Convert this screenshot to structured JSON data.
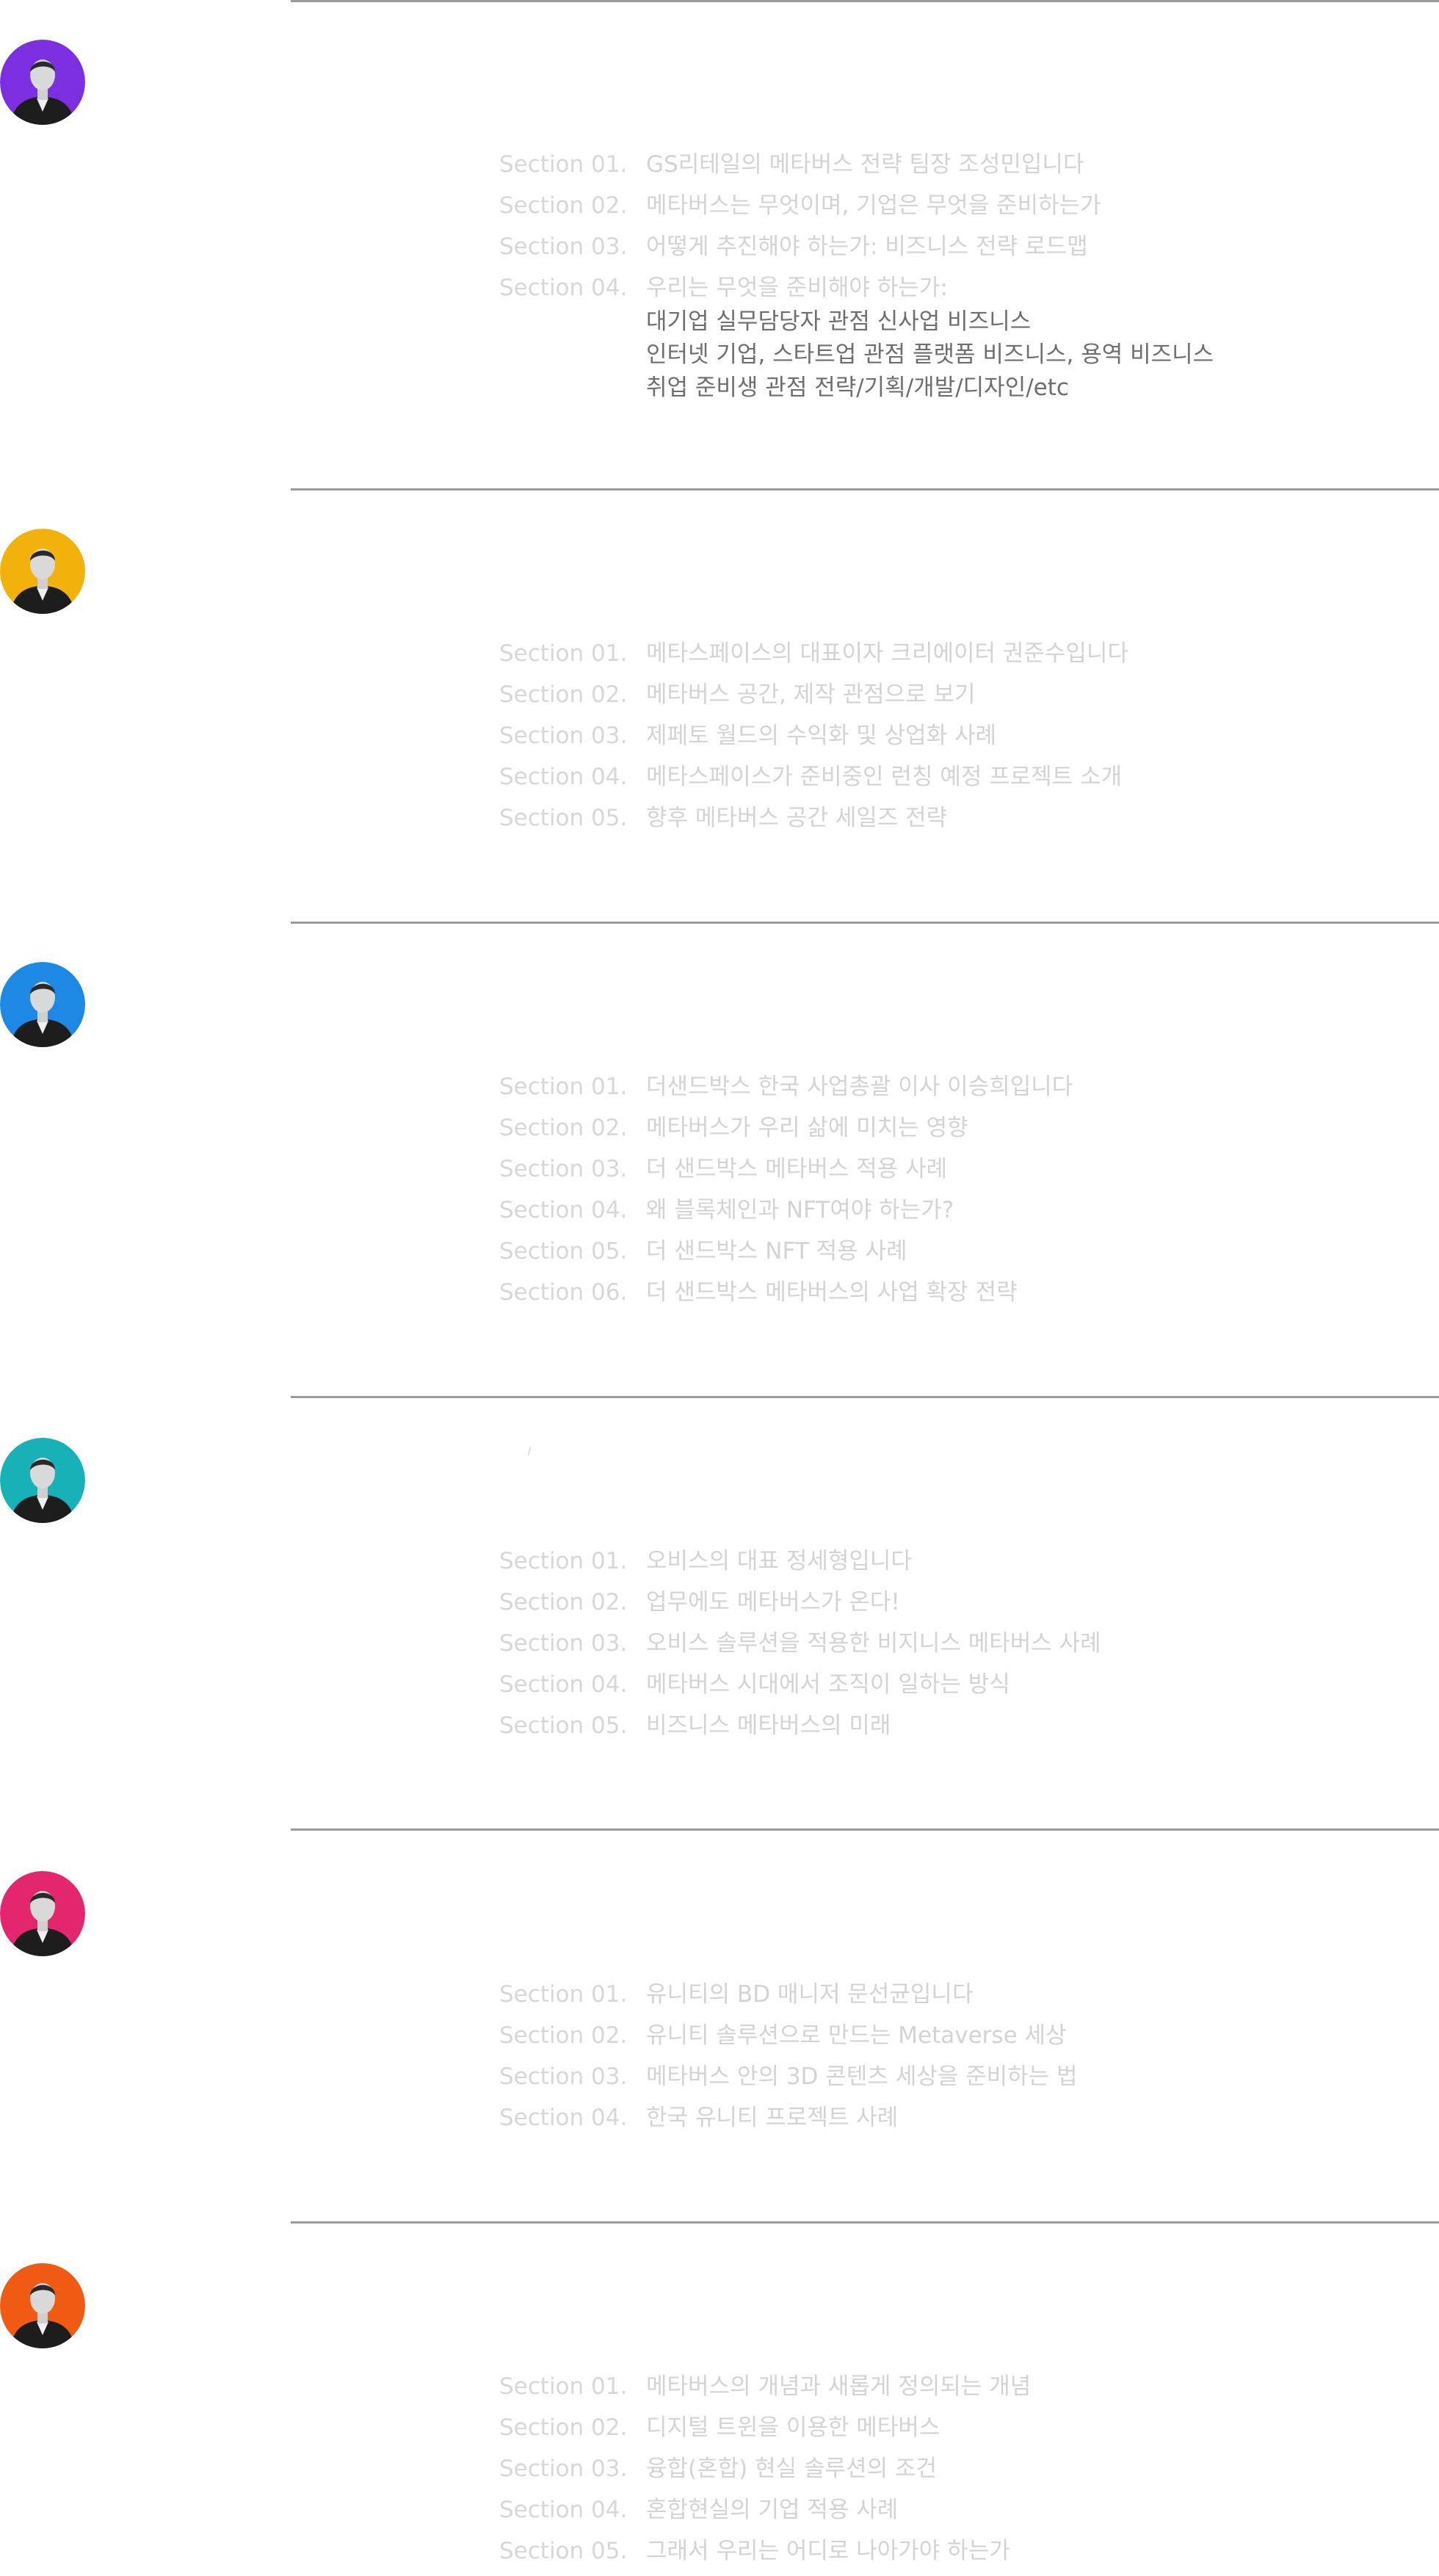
{
  "section_prefix_list": "Section",
  "speakers": [
    {
      "avatar_color": "#7b2fe0",
      "items": [
        {
          "label": "Section 01.",
          "text": "GS리테일의 메타버스 전략 팀장 조성민입니다"
        },
        {
          "label": "Section 02.",
          "text": "메타버스는 무엇이며, 기업은 무엇을 준비하는가"
        },
        {
          "label": "Section 03.",
          "text": "어떻게 추진해야 하는가: 비즈니스 전략 로드맵"
        },
        {
          "label": "Section 04.",
          "text": "우리는 무엇을 준비해야 하는가:"
        }
      ],
      "sub_items": [
        "대기업 실무담당자 관점 신사업 비즈니스",
        "인터넷 기업, 스타트업 관점 플랫폼 비즈니스, 용역 비즈니스",
        "취업 준비생 관점 전략/기획/개발/디자인/etc"
      ]
    },
    {
      "avatar_color": "#f3b20b",
      "items": [
        {
          "label": "Section 01.",
          "text": "메타스페이스의 대표이자 크리에이터 권준수입니다"
        },
        {
          "label": "Section 02.",
          "text": "메타버스 공간, 제작 관점으로 보기"
        },
        {
          "label": "Section 03.",
          "text": "제페토 월드의 수익화 및 상업화 사례"
        },
        {
          "label": "Section 04.",
          "text": "메타스페이스가 준비중인 런칭 예정 프로젝트 소개"
        },
        {
          "label": "Section 05.",
          "text": "향후 메타버스 공간 세일즈 전략"
        }
      ]
    },
    {
      "avatar_color": "#1e88e5",
      "items": [
        {
          "label": "Section 01.",
          "text": "더샌드박스 한국 사업총괄 이사 이승희입니다"
        },
        {
          "label": "Section 02.",
          "text": "메타버스가 우리 삶에 미치는 영향"
        },
        {
          "label": "Section 03.",
          "text": "더 샌드박스 메타버스 적용 사례"
        },
        {
          "label": "Section 04.",
          "text": "왜 블록체인과 NFT여야 하는가?"
        },
        {
          "label": "Section 05.",
          "text": "더 샌드박스 NFT 적용 사례"
        },
        {
          "label": "Section 06.",
          "text": "더 샌드박스 메타버스의 사업 확장 전략"
        }
      ]
    },
    {
      "avatar_color": "#17b2b8",
      "items": [
        {
          "label": "Section 01.",
          "text": "오비스의 대표 정세형입니다"
        },
        {
          "label": "Section 02.",
          "text": "업무에도 메타버스가 온다!"
        },
        {
          "label": "Section 03.",
          "text": "오비스 솔루션을 적용한 비지니스 메타버스 사례"
        },
        {
          "label": "Section 04.",
          "text": "메타버스 시대에서 조직이 일하는 방식"
        },
        {
          "label": "Section 05.",
          "text": "비즈니스 메타버스의 미래"
        }
      ]
    },
    {
      "avatar_color": "#e3266d",
      "items": [
        {
          "label": "Section 01.",
          "text": "유니티의 BD 매니저 문선균입니다"
        },
        {
          "label": "Section 02.",
          "text": "유니티 솔루션으로 만드는 Metaverse 세상"
        },
        {
          "label": "Section 03.",
          "text": "메타버스 안의 3D 콘텐츠 세상을 준비하는 법"
        },
        {
          "label": "Section 04.",
          "text": "한국 유니티 프로젝트 사례"
        }
      ]
    },
    {
      "avatar_color": "#f05a12",
      "items": [
        {
          "label": "Section 01.",
          "text": "메타버스의 개념과 새롭게 정의되는 개념"
        },
        {
          "label": "Section 02.",
          "text": "디지털 트윈을 이용한 메타버스"
        },
        {
          "label": "Section 03.",
          "text": "융합(혼합) 현실 솔루션의 조건"
        },
        {
          "label": "Section 04.",
          "text": "혼합현실의 기업 적용 사례"
        },
        {
          "label": "Section 05.",
          "text": "그래서 우리는 어디로 나아가야 하는가"
        }
      ]
    }
  ]
}
